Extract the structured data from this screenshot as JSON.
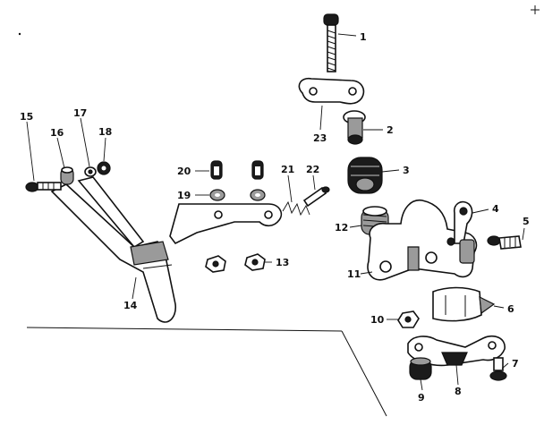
{
  "diagram": {
    "callouts": [
      {
        "id": "1",
        "label": "1"
      },
      {
        "id": "2",
        "label": "2"
      },
      {
        "id": "3",
        "label": "3"
      },
      {
        "id": "4",
        "label": "4"
      },
      {
        "id": "5",
        "label": "5"
      },
      {
        "id": "6",
        "label": "6"
      },
      {
        "id": "7",
        "label": "7"
      },
      {
        "id": "8",
        "label": "8"
      },
      {
        "id": "9",
        "label": "9"
      },
      {
        "id": "10",
        "label": "10"
      },
      {
        "id": "11",
        "label": "11"
      },
      {
        "id": "12",
        "label": "12"
      },
      {
        "id": "13",
        "label": "13"
      },
      {
        "id": "14",
        "label": "14"
      },
      {
        "id": "15",
        "label": "15"
      },
      {
        "id": "16",
        "label": "16"
      },
      {
        "id": "17",
        "label": "17"
      },
      {
        "id": "18",
        "label": "18"
      },
      {
        "id": "19",
        "label": "19"
      },
      {
        "id": "20",
        "label": "20"
      },
      {
        "id": "21",
        "label": "21"
      },
      {
        "id": "22",
        "label": "22"
      },
      {
        "id": "23",
        "label": "23"
      }
    ],
    "colors": {
      "ink": "#111111",
      "paper": "#ffffff",
      "shade": "#9a9a9a"
    }
  }
}
